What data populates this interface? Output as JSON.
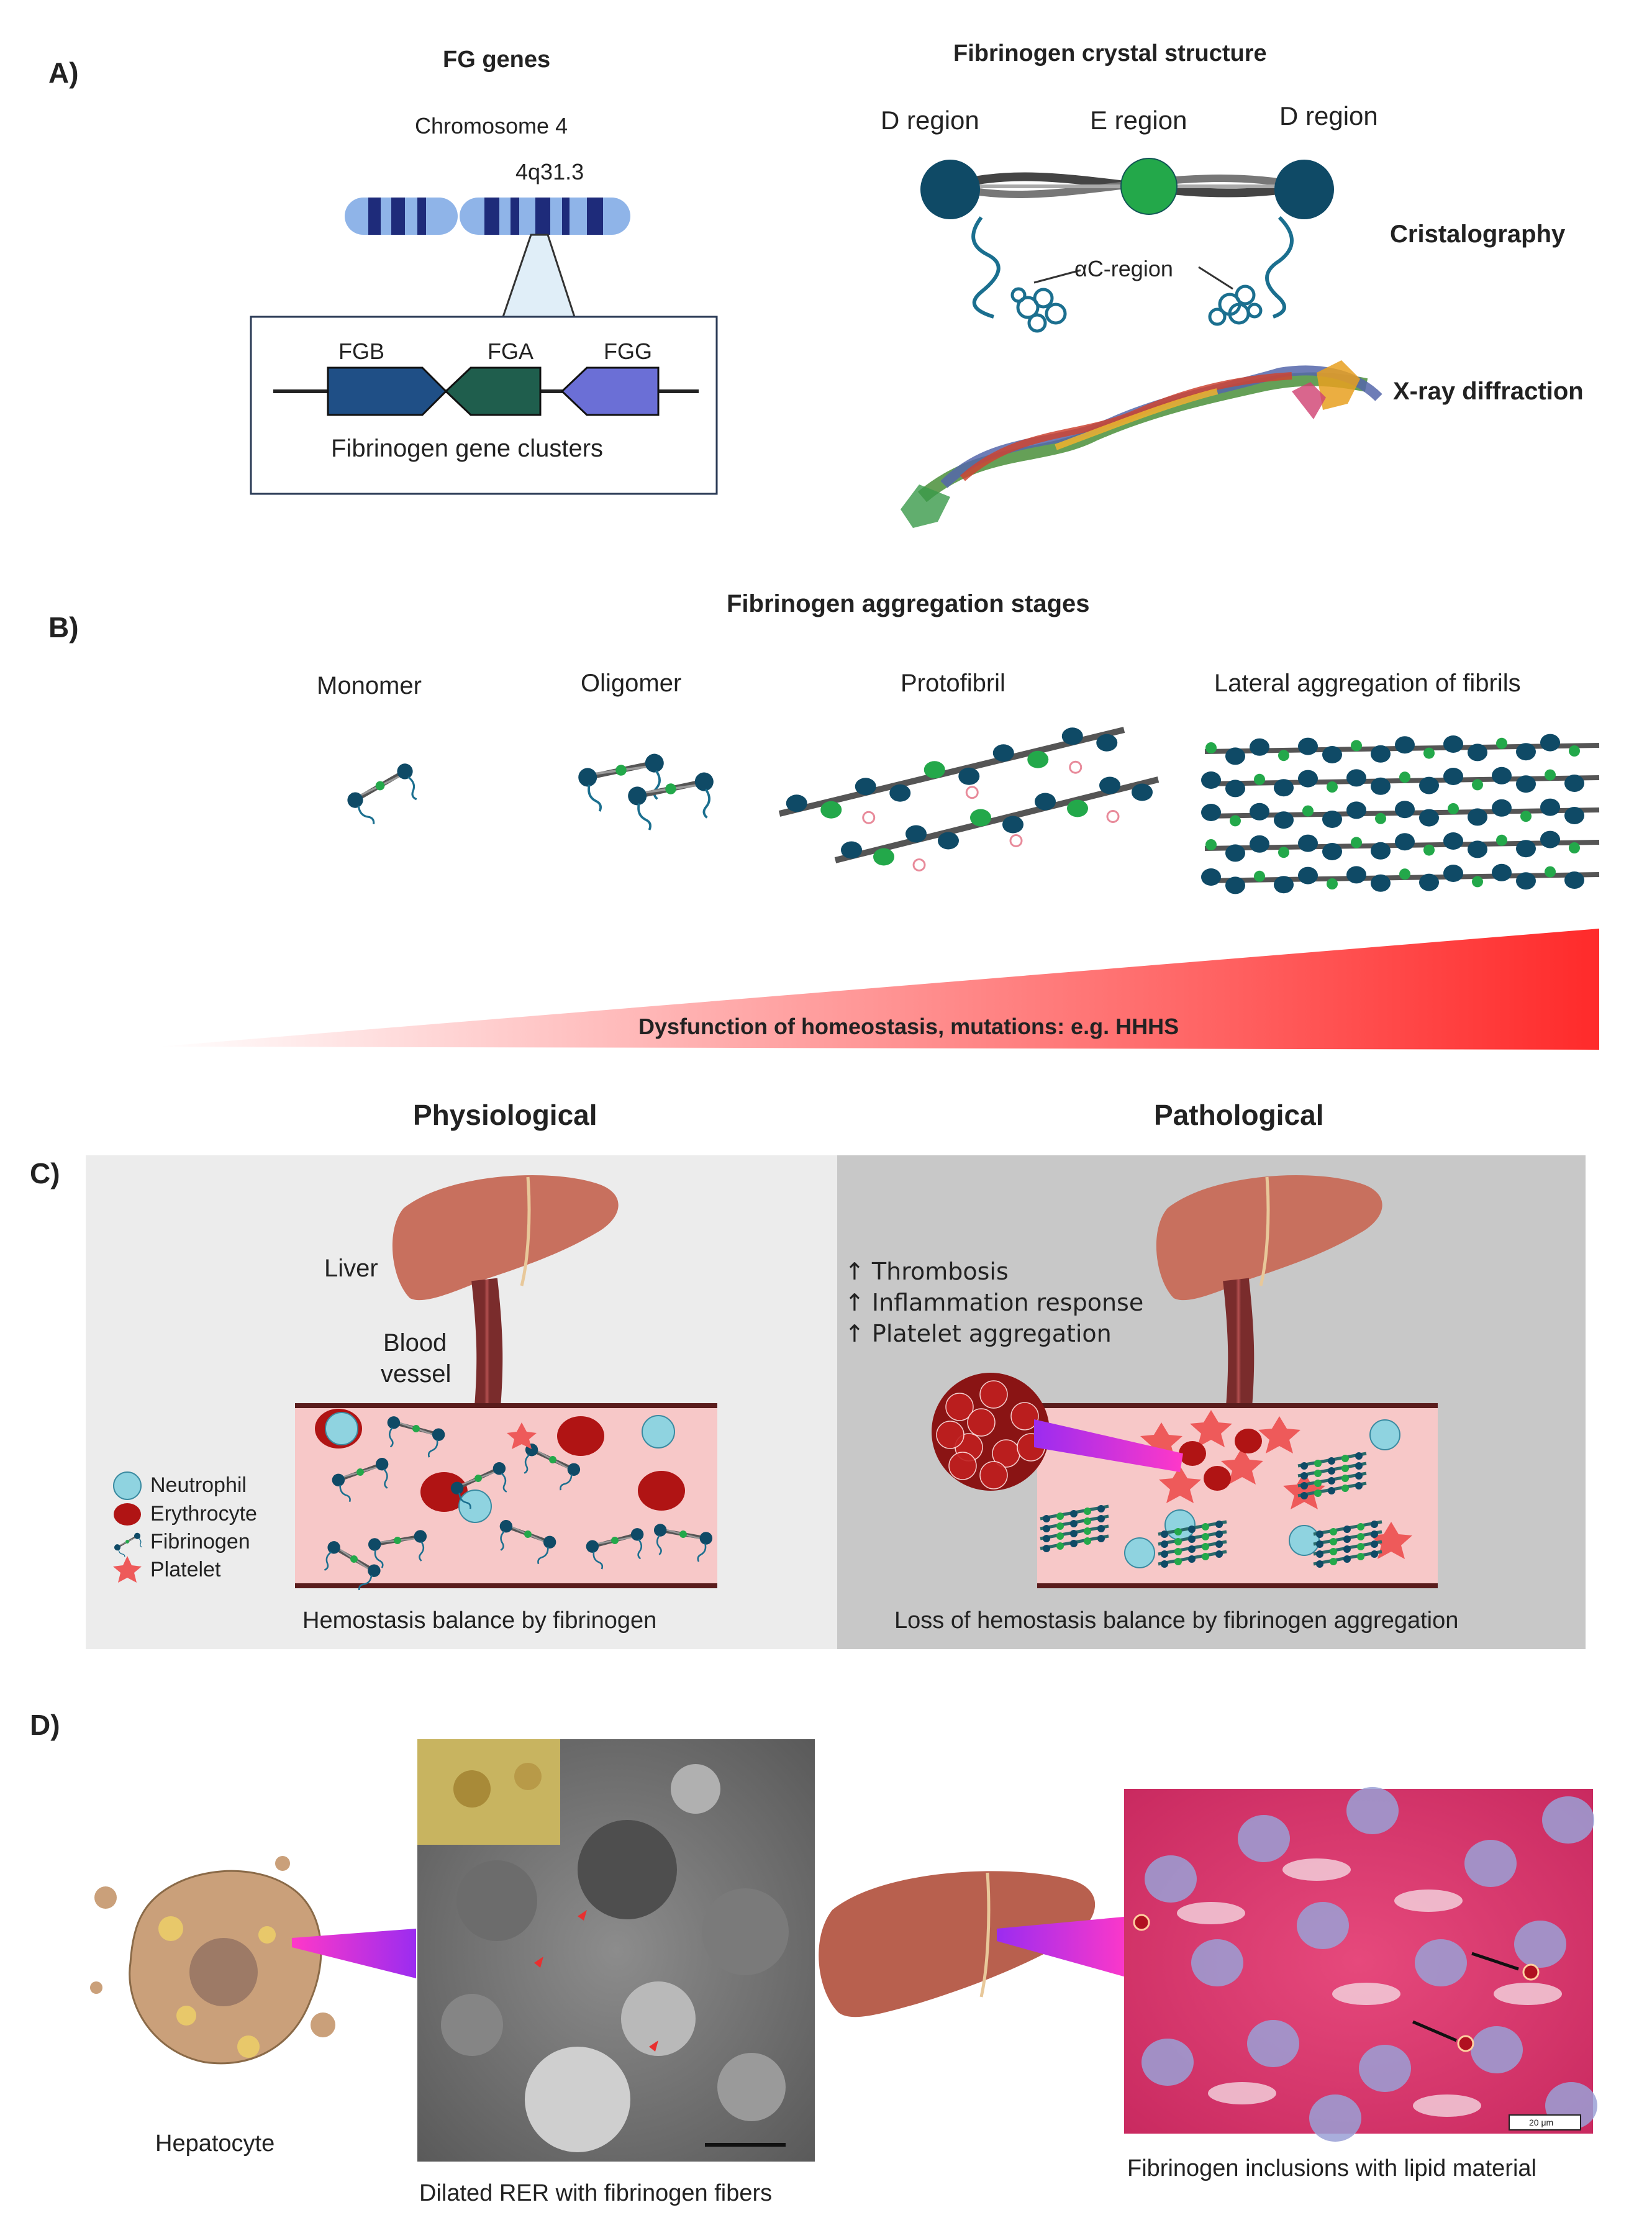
{
  "panel_letters": {
    "a": "A)",
    "b": "B)",
    "c": "C)",
    "d": "D)"
  },
  "panel_a": {
    "genes_title": "FG genes",
    "chromosome": "Chromosome 4",
    "locus": "4q31.3",
    "genes": [
      "FGB",
      "FGA",
      "FGG"
    ],
    "cluster_label": "Fibrinogen gene clusters",
    "crystal_title": "Fibrinogen crystal structure",
    "d_region_left": "D region",
    "e_region": "E region",
    "d_region_right": "D region",
    "ac_region": "αC-region",
    "method_1": "Cristalography",
    "method_2": "X-ray diffraction"
  },
  "panel_b": {
    "title": "Fibrinogen aggregation stages",
    "stages": [
      "Monomer",
      "Oligomer",
      "Protofibril",
      "Lateral aggregation of fibrils"
    ],
    "gradient_label": "Dysfunction of homeostasis, mutations: e.g. HHHS"
  },
  "panel_c": {
    "physiological_title": "Physiological",
    "pathological_title": "Pathological",
    "liver_label": "Liver",
    "vessel_label_1": "Blood",
    "vessel_label_2": "vessel",
    "legend": [
      "Neutrophil",
      "Erythrocyte",
      "Fibrinogen",
      "Platelet"
    ],
    "physiological_caption": "Hemostasis balance by fibrinogen",
    "pathological_effects": [
      "↑ Thrombosis",
      "↑ Inflammation response",
      "↑ Platelet aggregation"
    ],
    "pathological_caption": "Loss of hemostasis balance by fibrinogen aggregation"
  },
  "panel_d": {
    "hepatocyte_label": "Hepatocyte",
    "em_caption": "Dilated RER with fibrinogen fibers",
    "histology_caption": "Fibrinogen inclusions with lipid material",
    "scale_bar_label": "20 μm"
  },
  "colors": {
    "fibrinogen_d": "#0f4a66",
    "fibrinogen_e": "#23a84a",
    "gene_fgb": "#1f4f86",
    "gene_fga": "#1f5e4d",
    "gene_fgg": "#6b6fd6",
    "chromosome_band": "#1e2b7a",
    "chromosome_body": "#8fb4e8",
    "gradient_end": "#ff2a2a",
    "erythrocyte": "#b01414",
    "neutrophil": "#8fd3e0",
    "platelet": "#ee5a5a",
    "liver": "#c8705e",
    "vessel_fill": "#f7c8c8",
    "panel_left_bg": "#ececec",
    "panel_right_bg": "#c8c8c8",
    "histology": "#d8336a"
  }
}
